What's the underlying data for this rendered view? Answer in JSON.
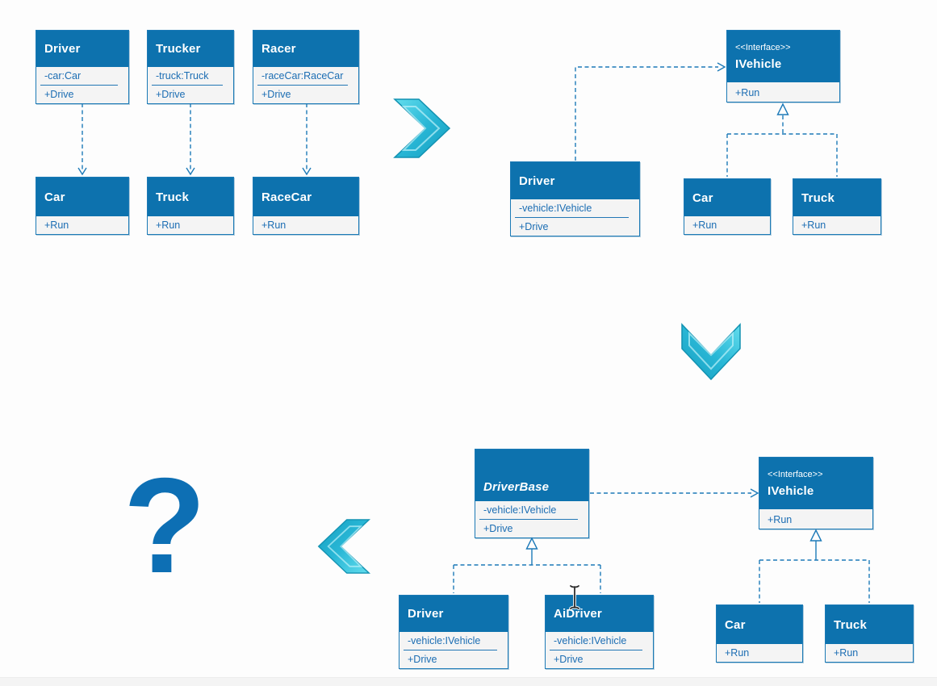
{
  "palette": {
    "header_blue": "#0d72ae",
    "body_gray": "#f4f4f4",
    "border_blue": "#1c7ab6",
    "text_blue": "#1b6db3",
    "connector_blue": "#1d7ab8",
    "chevron_cyan": "#29b7d6",
    "question_mark_blue": "#0d6fb4",
    "canvas_bg": "#fdfdfd"
  },
  "boxes": [
    {
      "title": "Driver",
      "field": "-car:Car",
      "method": "+Drive"
    },
    {
      "title": "Trucker",
      "field": "-truck:Truck",
      "method": "+Drive"
    },
    {
      "title": "Racer",
      "field": "-raceCar:RaceCar",
      "method": "+Drive"
    },
    {
      "title": "Car",
      "method": "+Run"
    },
    {
      "title": "Truck",
      "method": "+Run"
    },
    {
      "title": "RaceCar",
      "method": "+Run"
    },
    {
      "stereotype": "<<Interface>>",
      "title": "IVehicle",
      "method": "+Run"
    },
    {
      "title": "Driver",
      "field": "-vehicle:IVehicle",
      "method": "+Drive"
    },
    {
      "title": "Car",
      "method": "+Run"
    },
    {
      "title": "Truck",
      "method": "+Run"
    },
    {
      "title": "DriverBase",
      "abstract": true,
      "field": "-vehicle:IVehicle",
      "method": "+Drive"
    },
    {
      "stereotype": "<<Interface>>",
      "title": "IVehicle",
      "method": "+Run"
    },
    {
      "title": "Driver",
      "field": "-vehicle:IVehicle",
      "method": "+Drive"
    },
    {
      "title": "AiDriver",
      "field": "-vehicle:IVehicle",
      "method": "+Drive"
    },
    {
      "title": "Car",
      "method": "+Run"
    },
    {
      "title": "Truck",
      "method": "+Run"
    }
  ],
  "relationships": [
    {
      "from": "Driver",
      "to": "Car",
      "type": "dependency"
    },
    {
      "from": "Trucker",
      "to": "Truck",
      "type": "dependency"
    },
    {
      "from": "Racer",
      "to": "RaceCar",
      "type": "dependency"
    },
    {
      "from": "Driver",
      "to": "IVehicle",
      "type": "dependency"
    },
    {
      "from": "Car",
      "to": "IVehicle",
      "type": "realization"
    },
    {
      "from": "Truck",
      "to": "IVehicle",
      "type": "realization"
    },
    {
      "from": "DriverBase",
      "to": "IVehicle",
      "type": "dependency"
    },
    {
      "from": "Driver",
      "to": "DriverBase",
      "type": "inheritance"
    },
    {
      "from": "AiDriver",
      "to": "DriverBase",
      "type": "inheritance"
    },
    {
      "from": "Car",
      "to": "IVehicle",
      "type": "realization"
    },
    {
      "from": "Truck",
      "to": "IVehicle",
      "type": "realization"
    }
  ],
  "decorations": {
    "question_mark": "?"
  }
}
